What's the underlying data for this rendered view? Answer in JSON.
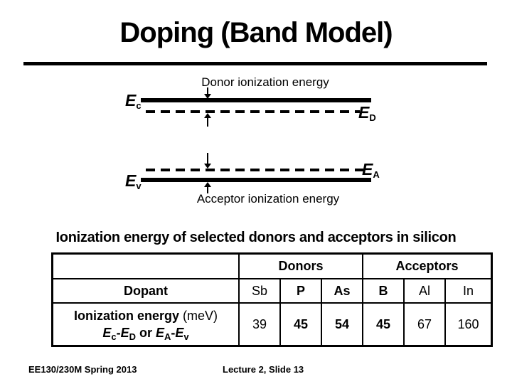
{
  "slide": {
    "title": "Doping (Band Model)",
    "footer_left": "EE130/230M Spring 2013",
    "footer_right": "Lecture 2, Slide 13"
  },
  "band_diagram": {
    "donor_arrow_label": "Donor ionization energy",
    "acceptor_arrow_label": "Acceptor ionization energy",
    "levels": {
      "ec": {
        "symbol": "E",
        "sub": "c"
      },
      "ed": {
        "symbol": "E",
        "sub": "D"
      },
      "ea": {
        "symbol": "E",
        "sub": "A"
      },
      "ev": {
        "symbol": "E",
        "sub": "v"
      }
    }
  },
  "table_section": {
    "heading": "Ionization energy of selected donors and acceptors in silicon",
    "group_headers": {
      "donors": "Donors",
      "acceptors": "Acceptors"
    },
    "dopant_row_label": "Dopant",
    "ionization_row": {
      "label_bold": "Ionization energy",
      "label_unit": " (meV)",
      "formula": {
        "e": "E",
        "sub_c": "c",
        "sub_d": "D",
        "sub_a": "A",
        "sub_v": "v",
        "hyphen": "-",
        "or_word": " or "
      }
    },
    "columns": [
      {
        "symbol": "Sb",
        "value": "39",
        "bold": false
      },
      {
        "symbol": "P",
        "value": "45",
        "bold": true
      },
      {
        "symbol": "As",
        "value": "54",
        "bold": true
      },
      {
        "symbol": "B",
        "value": "45",
        "bold": true
      },
      {
        "symbol": "Al",
        "value": "67",
        "bold": false
      },
      {
        "symbol": "In",
        "value": "160",
        "bold": false
      }
    ]
  },
  "colors": {
    "ink": "#000000",
    "background": "#ffffff"
  }
}
